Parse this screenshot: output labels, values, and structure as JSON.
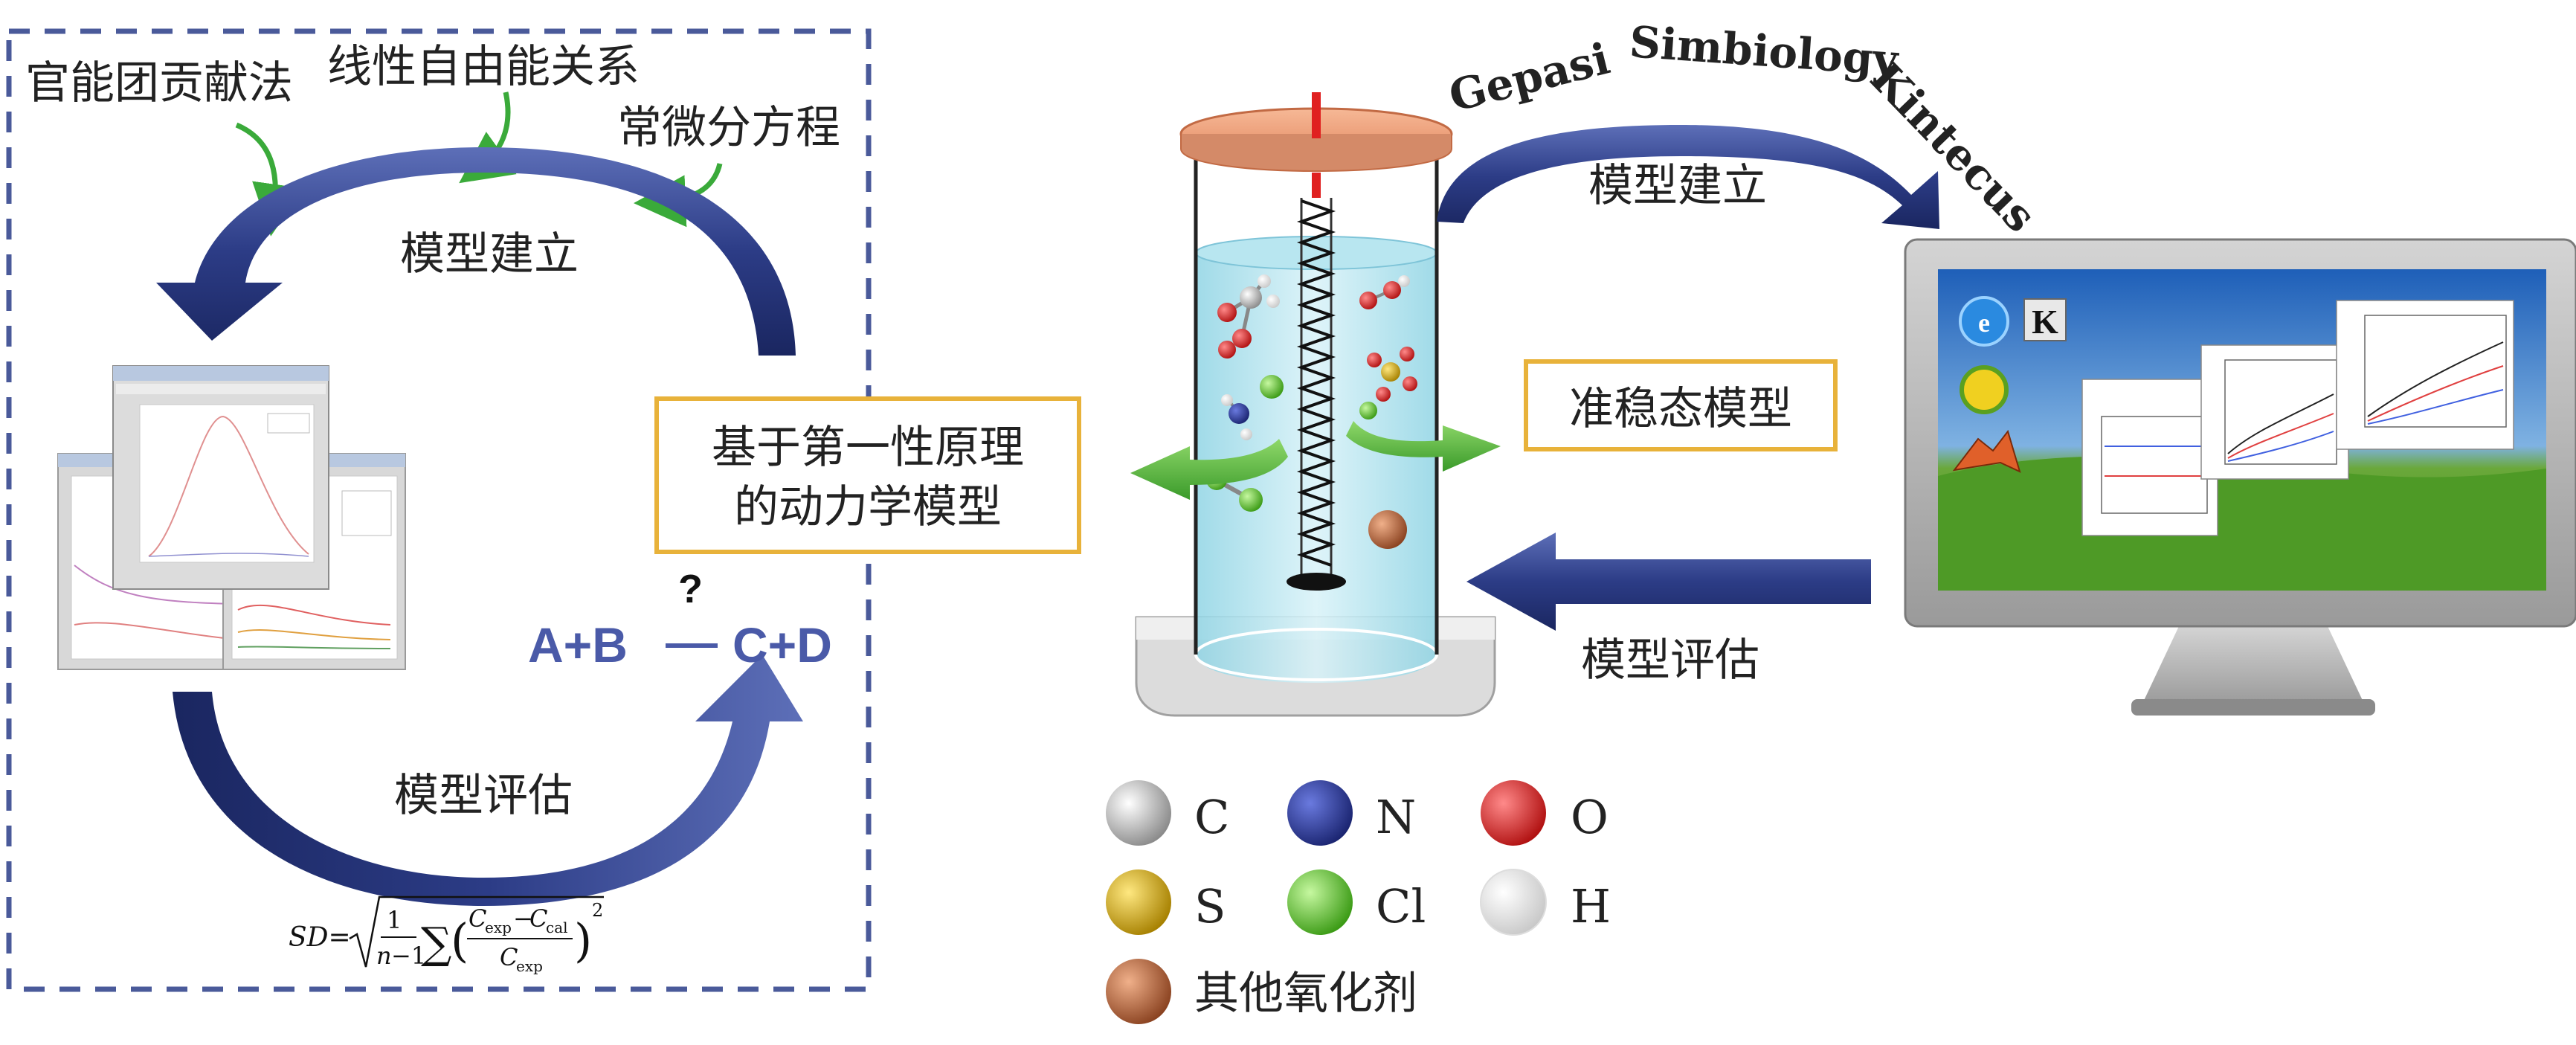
{
  "left_panel": {
    "methods": [
      "官能团贡献法",
      "线性自由能关系",
      "常微分方程"
    ],
    "top_cycle_label": "模型建立",
    "bottom_cycle_label": "模型评估",
    "model_box": [
      "基于第一性原理",
      "的动力学模型"
    ],
    "reaction": {
      "lhs": "A+B",
      "question": "?",
      "rhs": "C+D"
    },
    "formula": {
      "lhs": "SD=",
      "one": "1",
      "n": "n",
      "minus1": "−1",
      "c": "C",
      "exp": "exp",
      "cal": "cal",
      "dash": "−",
      "sq": "2"
    }
  },
  "right_panel": {
    "software": {
      "gepasi": "Gepasi",
      "simbiology": "Simbiology",
      "kintecus": "Kintecus"
    },
    "top_label": "模型建立",
    "box_label": "准稳态模型",
    "bottom_label": "模型评估",
    "k_icon": "K"
  },
  "legend": [
    {
      "label": "C",
      "color": "#b0b0b0"
    },
    {
      "label": "N",
      "color": "#2a3a9e"
    },
    {
      "label": "O",
      "color": "#e02020"
    },
    {
      "label": "S",
      "color": "#d4b010"
    },
    {
      "label": "Cl",
      "color": "#5cc02a"
    },
    {
      "label": "H",
      "color": "#f4f4f4"
    },
    {
      "label": "其他氧化剂",
      "color": "#c06a3a"
    }
  ],
  "colors": {
    "arrow_blue": "#2f3f8a",
    "box_border": "#e8b23a",
    "dash_border": "#4a5a9a",
    "green_arrow": "#3aaa3a",
    "reaction_blue": "#4a5aa8"
  }
}
